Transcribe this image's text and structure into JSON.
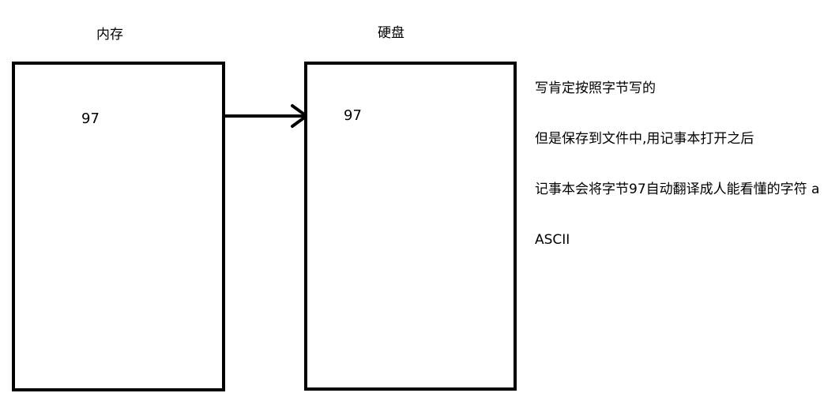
{
  "memory": {
    "title": "内存",
    "value": "97"
  },
  "disk": {
    "title": "硬盘",
    "value": "97"
  },
  "notes": [
    "写肯定按照字节写的",
    "但是保存到文件中,用记事本打开之后",
    "记事本会将字节97自动翻译成人能看懂的字符 a",
    "ASCII"
  ]
}
